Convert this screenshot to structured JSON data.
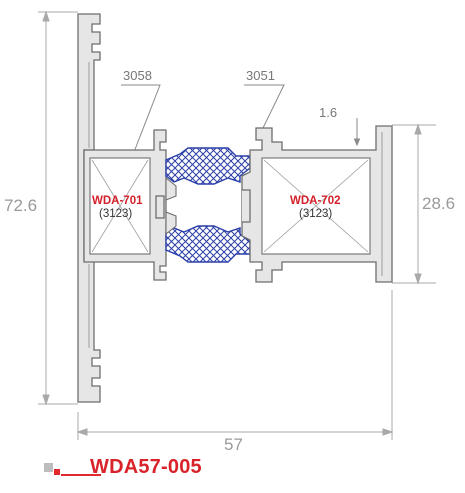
{
  "diagram": {
    "part_labels": {
      "left": "3058",
      "right": "3051"
    },
    "dimensions": {
      "height_total": "72.6",
      "height_frame": "28.6",
      "width_total": "57",
      "gap": "1.6"
    },
    "insulation": [
      {
        "label": "WDA-701",
        "sub": "(3123)"
      },
      {
        "label": "WDA-702",
        "sub": "(3123)"
      }
    ],
    "colors": {
      "profile_fill": "#e6e6e6",
      "profile_stroke": "#6e6e6e",
      "thermal_break": "#2b3fa8",
      "accent_red": "#d9232b",
      "dimension_line": "#9a9a9a"
    }
  },
  "footer": {
    "code": "WDA57-005"
  }
}
